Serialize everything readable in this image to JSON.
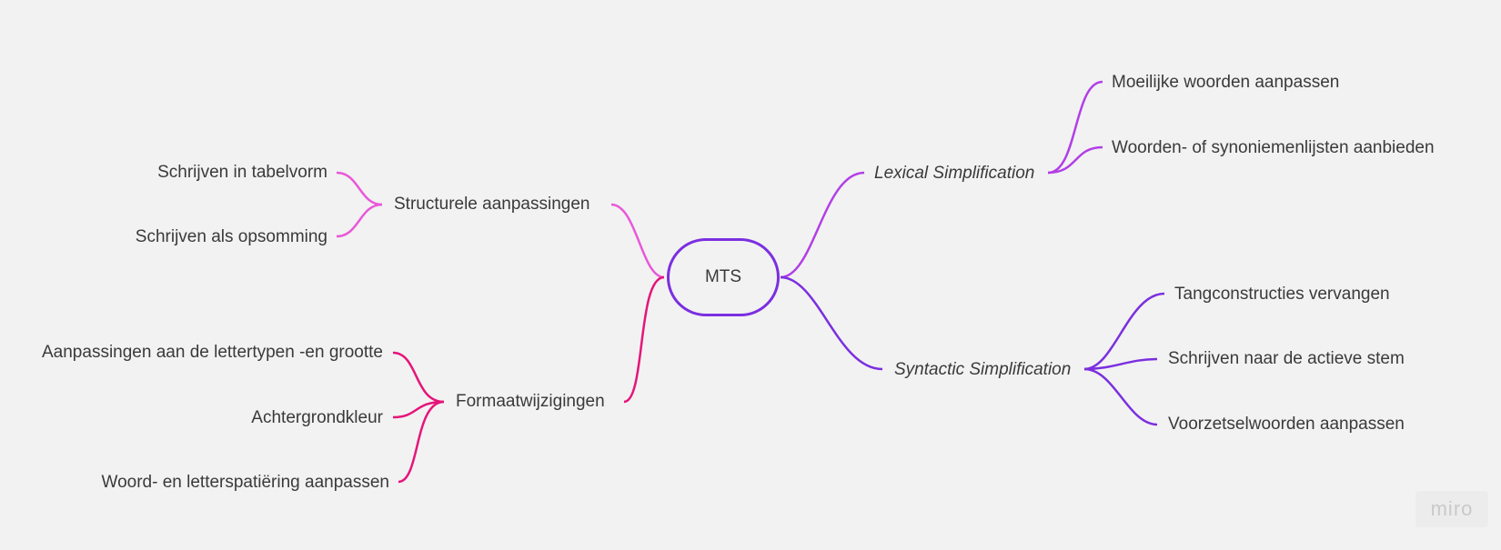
{
  "mindmap": {
    "center": "MTS",
    "branches": [
      {
        "label": "Structurele aanpassingen",
        "italic": false,
        "color": "#e957d9",
        "children": [
          "Schrijven in tabelvorm",
          "Schrijven als opsomming"
        ]
      },
      {
        "label": "Formaatwijzigingen",
        "italic": false,
        "color": "#e5157a",
        "children": [
          "Aanpassingen aan de lettertypen -en grootte",
          "Achtergrondkleur",
          "Woord- en letterspatiëring  aanpassen"
        ]
      },
      {
        "label": "Lexical Simplification",
        "italic": true,
        "color": "#b23fe6",
        "children": [
          "Moeilijke woorden aanpassen",
          "Woorden- of synoniemenlijsten aanbieden"
        ]
      },
      {
        "label": "Syntactic Simplification",
        "italic": true,
        "color": "#7b2fe0",
        "children": [
          "Tangconstructies vervangen",
          "Schrijven naar de actieve stem",
          "Voorzetselwoorden aanpassen"
        ]
      }
    ]
  },
  "watermark": "miro"
}
